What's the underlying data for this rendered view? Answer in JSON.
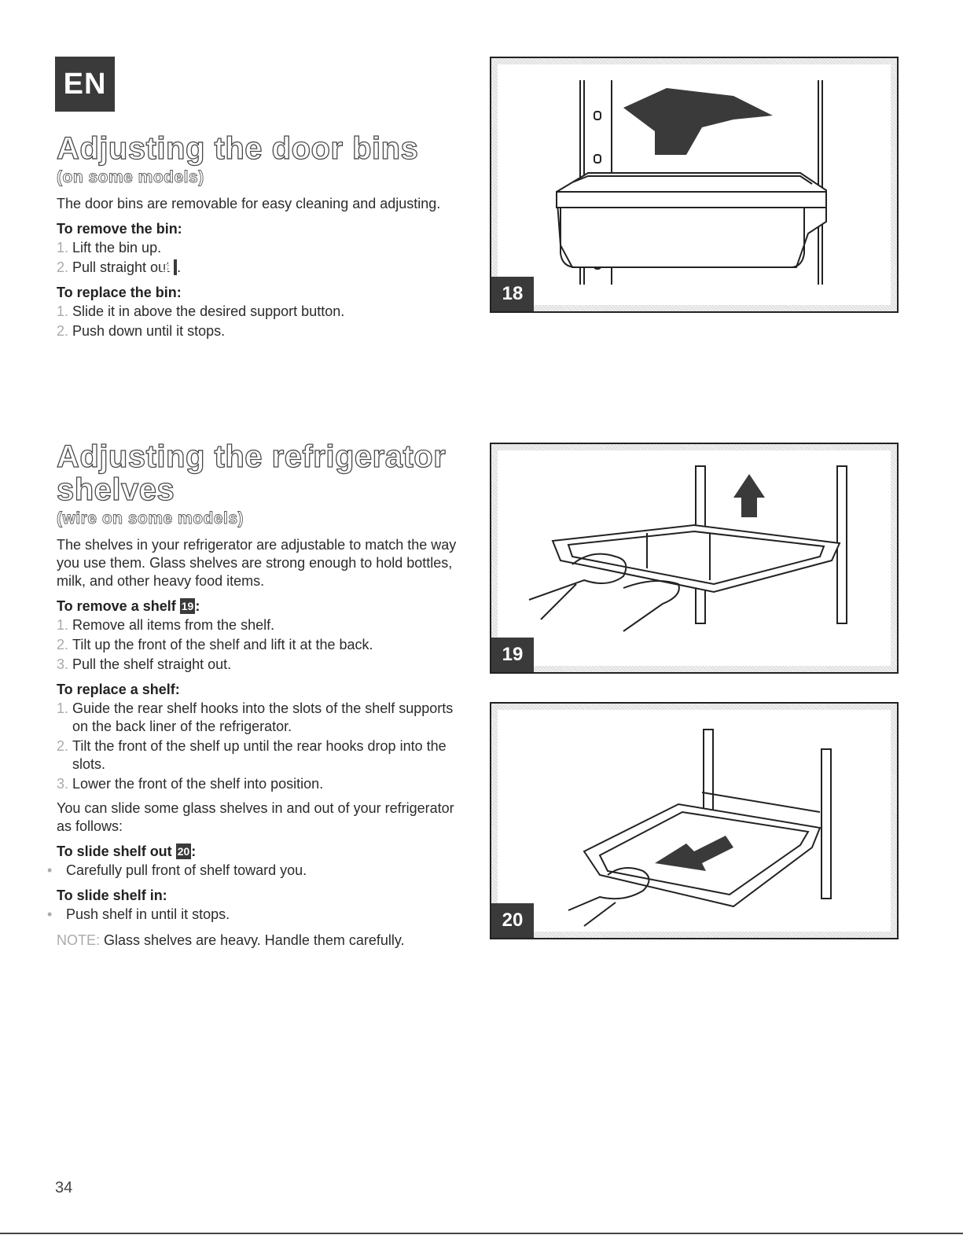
{
  "lang_badge": "EN",
  "section1": {
    "title": "Adjusting the door bins",
    "subtitle": "(on some models)",
    "intro": "The door bins are removable for easy cleaning and adjusting.",
    "remove_heading": "To remove the bin:",
    "remove_steps": [
      "Lift the bin up.",
      "Pull straight out"
    ],
    "remove_fig_ref": "18",
    "replace_heading": "To replace the bin:",
    "replace_steps": [
      "Slide it in above the desired support button.",
      "Push down until it stops."
    ]
  },
  "section2": {
    "title_line1": "Adjusting the refrigerator",
    "title_line2": "shelves",
    "subtitle": "(wire on some models)",
    "intro": "The shelves in your refrigerator are adjustable to match the way you use them. Glass shelves are strong enough to hold bottles, milk, and other heavy food items.",
    "remove_heading": "To remove a shelf",
    "remove_fig_ref": "19",
    "remove_steps": [
      "Remove all items from the shelf.",
      "Tilt up the front of the shelf and lift it at the back.",
      "Pull the shelf straight out."
    ],
    "replace_heading": "To replace a shelf:",
    "replace_steps": [
      "Guide the rear shelf hooks into the slots of the shelf supports on the back liner of the refrigerator.",
      "Tilt the front of the shelf up until the rear hooks drop into the slots.",
      "Lower the front of the shelf into position."
    ],
    "slide_intro": "You can slide some glass shelves in and out of your refrigerator as follows:",
    "slide_out_heading": "To slide shelf out",
    "slide_out_fig_ref": "20",
    "slide_out_steps": [
      "Carefully pull front of shelf toward you."
    ],
    "slide_in_heading": "To slide shelf in:",
    "slide_in_steps": [
      "Push shelf in until it stops."
    ],
    "note_label": "NOTE:",
    "note_text": "Glass shelves are heavy. Handle them carefully."
  },
  "numbers": [
    "1.",
    "2.",
    "3."
  ],
  "bullet": "•",
  "figures": [
    {
      "label": "18"
    },
    {
      "label": "19"
    },
    {
      "label": "20"
    }
  ],
  "page_number": "34"
}
